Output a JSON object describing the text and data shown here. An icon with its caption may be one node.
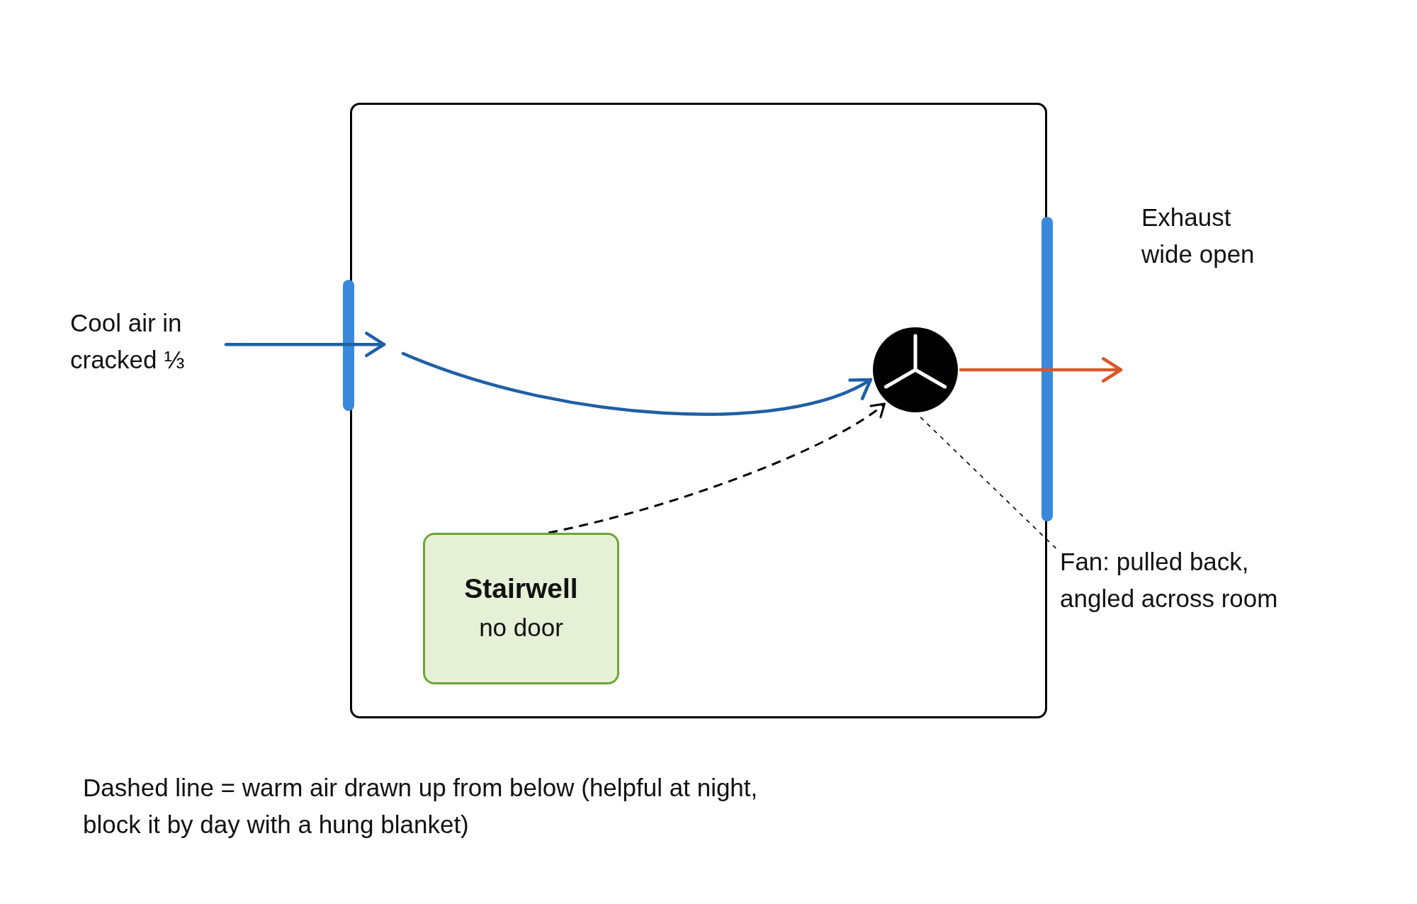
{
  "diagram": {
    "nodes": [
      {
        "text": [],
        "shape": "box"
      },
      {
        "text": [
          "Cool air in cracked ⅓"
        ]
      },
      {
        "text": [],
        "shape": "circle",
        "in": 0
      },
      {
        "text": [
          "Stairwell",
          "no door"
        ],
        "in": 0
      },
      {
        "text": [
          "Fan: pulled back, angled across room"
        ]
      }
    ],
    "edges": [
      {
        "from": 1,
        "to": 0,
        "arrow": "to",
        "color": "#1f5fa6"
      },
      {
        "from": null,
        "to": 2,
        "arrow": "to",
        "color": "#1f5fa6"
      },
      {
        "from": 2,
        "to": null,
        "arrow": "to",
        "color": "#d9582b"
      },
      {
        "from": 3,
        "to": 2,
        "arrow": "to",
        "style": "dashed",
        "color": "#000000"
      },
      {
        "from": 4,
        "to": 2,
        "arrow": "none",
        "style": "dashed",
        "color": "#000000"
      }
    ],
    "labels": [
      "Exhaust wide open"
    ],
    "caption": "Dashed line = warm air drawn up from below (helpful at night, block it by day with a hung blanket)"
  }
}
